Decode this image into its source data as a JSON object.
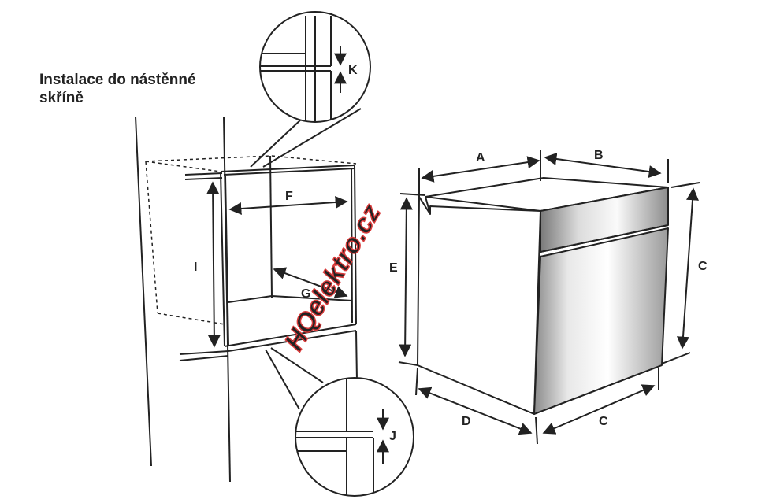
{
  "title": {
    "line1": "Instalace do nástěnné",
    "line2": "skříně"
  },
  "labels": {
    "A": "A",
    "B": "B",
    "C_front": "C",
    "C_side": "C",
    "D": "D",
    "E": "E",
    "F": "F",
    "G": "G",
    "I": "I",
    "J": "J",
    "K": "K"
  },
  "watermark": "HQelektro.cz",
  "colors": {
    "line": "#222222",
    "door_light": "#f2f2f2",
    "door_dark": "#8a8a8a",
    "watermark": "#d83a3a"
  }
}
